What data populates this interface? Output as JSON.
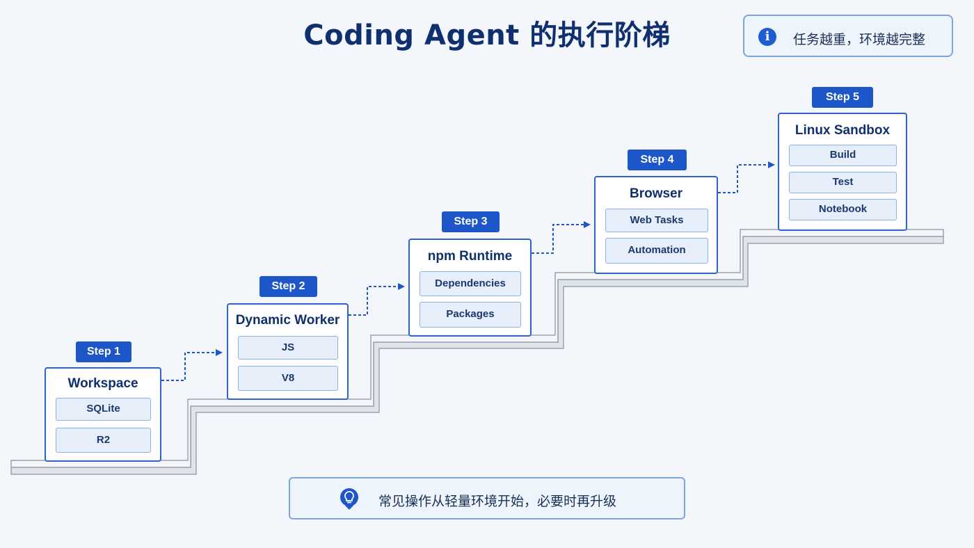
{
  "title": "Coding Agent 的执行阶梯",
  "info_note": "任务越重，环境越完整",
  "tip": "常见操作从轻量环境开始，必要时再升级",
  "colors": {
    "accent": "#1c56c9",
    "card_border": "#2f62c8",
    "chip_bg": "#e6eefa",
    "title": "#0f2f6e"
  },
  "steps": [
    {
      "label": "Step 1",
      "title": "Workspace",
      "items": [
        "SQLite",
        "R2"
      ]
    },
    {
      "label": "Step 2",
      "title": "Dynamic Worker",
      "items": [
        "JS",
        "V8"
      ]
    },
    {
      "label": "Step 3",
      "title": "npm Runtime",
      "items": [
        "Dependencies",
        "Packages"
      ]
    },
    {
      "label": "Step 4",
      "title": "Browser",
      "items": [
        "Web Tasks",
        "Automation"
      ]
    },
    {
      "label": "Step 5",
      "title": "Linux Sandbox",
      "items": [
        "Build",
        "Test",
        "Notebook"
      ]
    }
  ]
}
